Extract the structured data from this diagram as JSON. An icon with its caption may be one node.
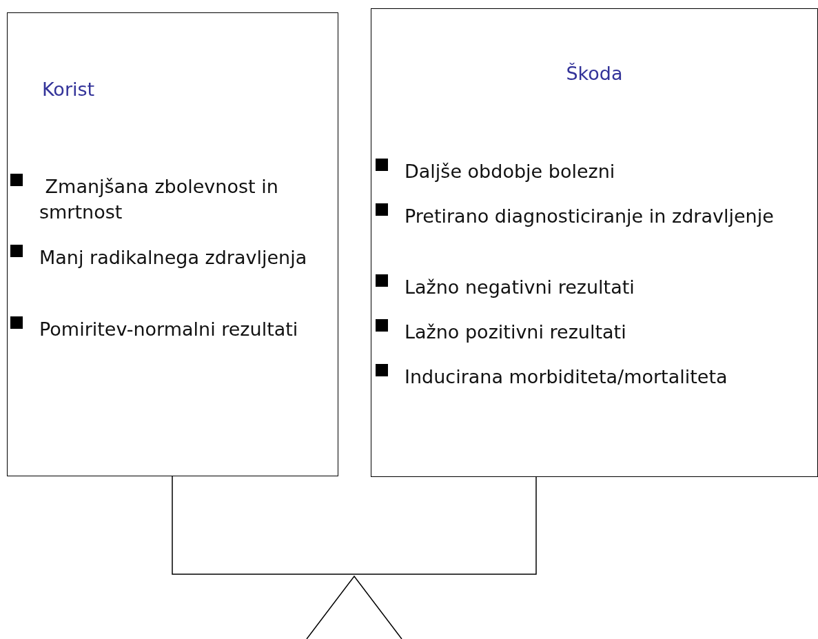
{
  "diagram": {
    "nodes": [
      {
        "text": [
          "Korist",
          "Zmanjšana zbolevnost in smrtnost",
          "Manj radikalnega zdravljenja",
          "Pomiritev-normalni rezultati"
        ]
      },
      {
        "text": [
          "Škoda",
          "Daljše obdobje bolezni",
          "Pretirano diagnosticiranje in zdravljenje",
          "Lažno negativni rezultati",
          "Lažno pozitivni rezultati",
          "Inducirana morbiditeta/mortaliteta"
        ]
      }
    ],
    "edges": [
      {
        "from": 0,
        "to": 1,
        "arrow": "none"
      }
    ]
  }
}
